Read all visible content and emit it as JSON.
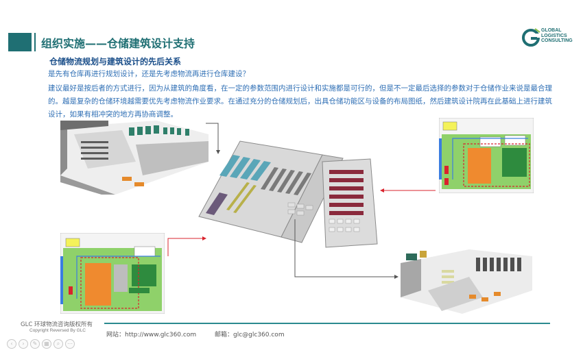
{
  "slide": {
    "title": "组织实施——仓储建筑设计支持",
    "subtitle": "仓储物流规划与建筑设计的先后关系",
    "question": "是先有仓库再进行规划设计，还是先考虑物流再进行仓库建设？",
    "body_lines": [
      "建议最好是按后者的方式进行，因为从建筑的角度看，在一定的参数范围内进行设计和实施都是可行的，但是不一定最后选择的参数对于仓储作业来说是最合理",
      "的。越是复杂的仓储环境越需要优先考虑物流作业要求。在通过充分的仓储规划后，出具仓储功能区与设备的布局图纸，然后建筑设计院再在此基础上进行建筑",
      "设计，如果有相冲突的地方再协商调整。"
    ]
  },
  "logo": {
    "line1": "GLOBAL",
    "line2": "LOGISTICS",
    "line3": "CONSULTING"
  },
  "footer": {
    "copyright": "GLC 环球物流咨询版权所有",
    "copyright_en": "Copyright Reversed By GLC",
    "website": "网站：http://www.glc360.com",
    "email": "邮箱：glc@glc360.com"
  },
  "colors": {
    "brand": "#1f6f73",
    "heading_blue": "#1b4f8a",
    "text_blue": "#2f6fb5",
    "arrow_red": "#d9232d",
    "arrow_gray": "#555555"
  },
  "icons": [
    "prev-icon",
    "next-icon",
    "pen-icon",
    "grid-icon",
    "zoom-icon",
    "more-icon"
  ]
}
